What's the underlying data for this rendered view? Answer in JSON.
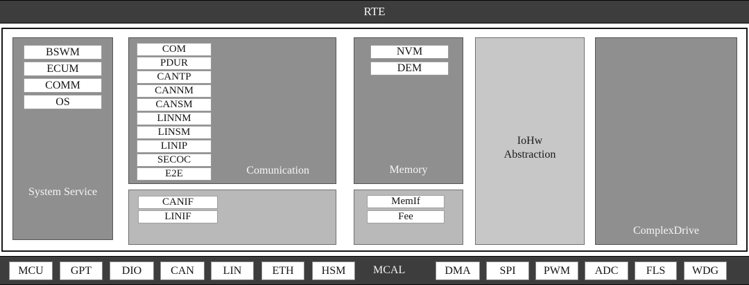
{
  "rte": {
    "label": "RTE"
  },
  "layers": {
    "system_service": {
      "label": "System Service",
      "modules": [
        "BSWM",
        "ECUM",
        "COMM",
        "OS"
      ]
    },
    "communication": {
      "label": "Comunication",
      "modules": [
        "COM",
        "PDUR",
        "CANTP",
        "CANNM",
        "CANSM",
        "LINNM",
        "LINSM",
        "LINIP",
        "SECOC",
        "E2E"
      ]
    },
    "communication_if": {
      "modules": [
        "CANIF",
        "LINIF"
      ]
    },
    "memory": {
      "label": "Memory",
      "modules": [
        "NVM",
        "DEM"
      ]
    },
    "memory_if": {
      "modules": [
        "MemIf",
        "Fee"
      ]
    },
    "iohw_abstraction": {
      "label_lines": [
        "IoHw",
        "Abstraction"
      ]
    },
    "complex_drive": {
      "label": "ComplexDrive"
    }
  },
  "mcal": {
    "label": "MCAL",
    "left_modules": [
      "MCU",
      "GPT",
      "DIO",
      "CAN",
      "LIN",
      "ETH",
      "HSM"
    ],
    "right_modules": [
      "DMA",
      "SPI",
      "PWM",
      "ADC",
      "FLS",
      "WDG"
    ]
  },
  "colors": {
    "bar_background": "#3d3d3d",
    "dark_block": "#8f8f8f",
    "light_block": "#b9b9b9",
    "iohw_block": "#c7c7c7",
    "module_fill": "#ffffff",
    "bar_text": "#f2f2f2",
    "block_label_text": "#f5f5f5",
    "module_text": "#141414"
  }
}
